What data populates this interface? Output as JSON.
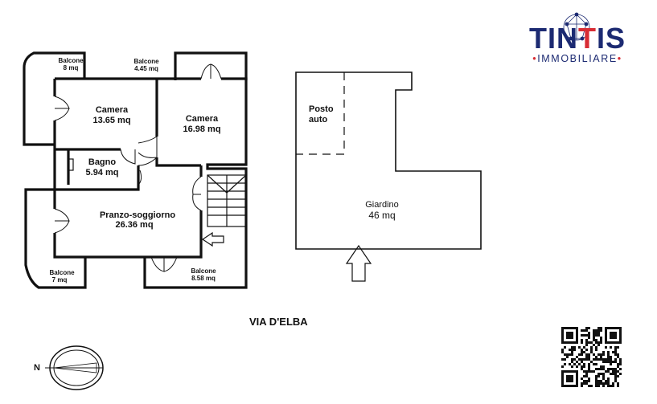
{
  "brand": {
    "name_part1": "TIN",
    "name_accent": "T",
    "name_part2": "IS",
    "subtitle": "IMMOBILIARE",
    "primary_color": "#1c2a72",
    "accent_color": "#d82c34"
  },
  "rooms": {
    "balcone_8": {
      "name": "Balcone",
      "area": "8 mq"
    },
    "balcone_445": {
      "name": "Balcone",
      "area": "4.45 mq"
    },
    "camera_1": {
      "name": "Camera",
      "area": "13.65 mq"
    },
    "camera_2": {
      "name": "Camera",
      "area": "16.98 mq"
    },
    "bagno": {
      "name": "Bagno",
      "area": "5.94 mq"
    },
    "pranzo": {
      "name": "Pranzo-soggiorno",
      "area": "26.36 mq"
    },
    "balcone_7": {
      "name": "Balcone",
      "area": "7 mq"
    },
    "balcone_858": {
      "name": "Balcone",
      "area": "8.58 mq"
    },
    "posto_auto": {
      "line1": "Posto",
      "line2": "auto"
    },
    "giardino": {
      "name": "Giardino",
      "area": "46 mq"
    }
  },
  "street": "VIA D'ELBA",
  "compass": {
    "north_label": "N"
  },
  "icons": {
    "logo": "atom-network-logo",
    "qr": "qr-code-icon",
    "entrance": "up-arrow-icon",
    "stairs_entry": "left-arrow-icon",
    "compass": "north-compass-icon"
  }
}
